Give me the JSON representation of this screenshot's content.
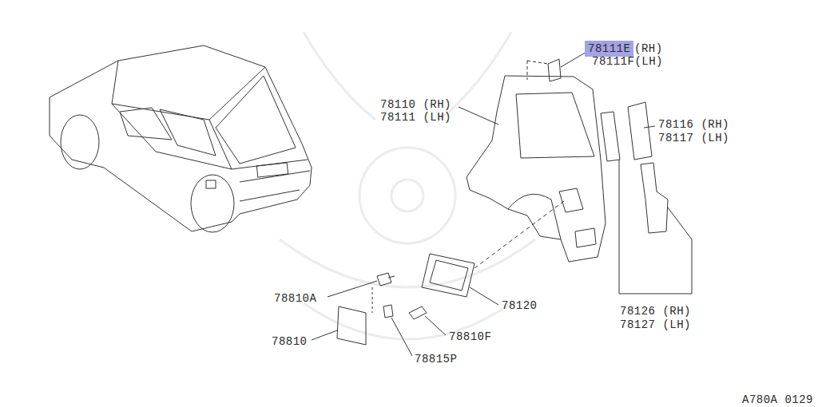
{
  "diagram": {
    "nodes": [
      {
        "text": [
          "78111E"
        ]
      }
    ],
    "labels": [
      "(RH)",
      "78111F(LH)",
      "78110 (RH)",
      "78111 (LH)",
      "78116 (RH)",
      "78117 (LH)",
      "78126 (RH)",
      "78127 (LH)",
      "78810A",
      "78120",
      "78810F",
      "78810",
      "78815P",
      "A780A 0129"
    ]
  }
}
